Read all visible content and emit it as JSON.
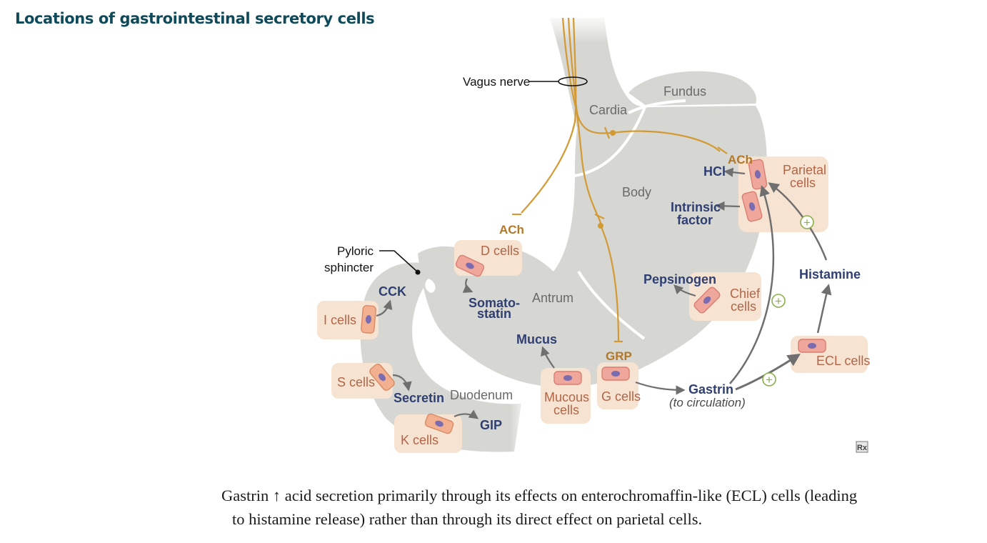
{
  "title": "Locations of gastrointestinal secretory cells",
  "regions": {
    "fundus": "Fundus",
    "cardia": "Cardia",
    "body": "Body",
    "antrum": "Antrum",
    "duodenum": "Duodenum"
  },
  "structures": {
    "vagus_nerve": "Vagus nerve",
    "pyloric_line1": "Pyloric",
    "pyloric_line2": "sphincter"
  },
  "neurotransmitters": {
    "ach_top": "ACh",
    "ach_left": "ACh",
    "grp": "GRP"
  },
  "cells": {
    "parietal_line1": "Parietal",
    "parietal_line2": "cells",
    "d_cells": "D cells",
    "chief_line1": "Chief",
    "chief_line2": "cells",
    "i_cells": "I cells",
    "s_cells": "S cells",
    "k_cells": "K cells",
    "mucous_line1": "Mucous",
    "mucous_line2": "cells",
    "g_cells": "G cells",
    "ecl_cells": "ECL cells"
  },
  "secretions": {
    "hcl": "HCl",
    "intrinsic_line1": "Intrinsic",
    "intrinsic_line2": "factor",
    "pepsinogen": "Pepsinogen",
    "somatostatin_line1": "Somato-",
    "somatostatin_line2": "statin",
    "cck": "CCK",
    "secretin": "Secretin",
    "gip": "GIP",
    "mucus": "Mucus",
    "gastrin": "Gastrin",
    "gastrin_note": "(to circulation)",
    "histamine": "Histamine"
  },
  "plus_sign": "+",
  "logo_mark": "Rx",
  "caption": {
    "line1": "Gastrin ↑ acid secretion primarily through its effects on enterochromaffin-like (ECL) cells (leading",
    "line2": "to histamine release) rather than through its direct effect on parietal cells."
  },
  "colors": {
    "title": "#0f4a5a",
    "organ": "#d6d6d2",
    "cell_box": "#f7e3d1",
    "cell_fill": "#efa79c",
    "nucleus": "#7a6cae",
    "nerve": "#d39a34",
    "arrow": "#6f6f6f",
    "plus": "#8ab04a",
    "secretion_text": "#2f3f72",
    "cell_text": "#b26547"
  }
}
